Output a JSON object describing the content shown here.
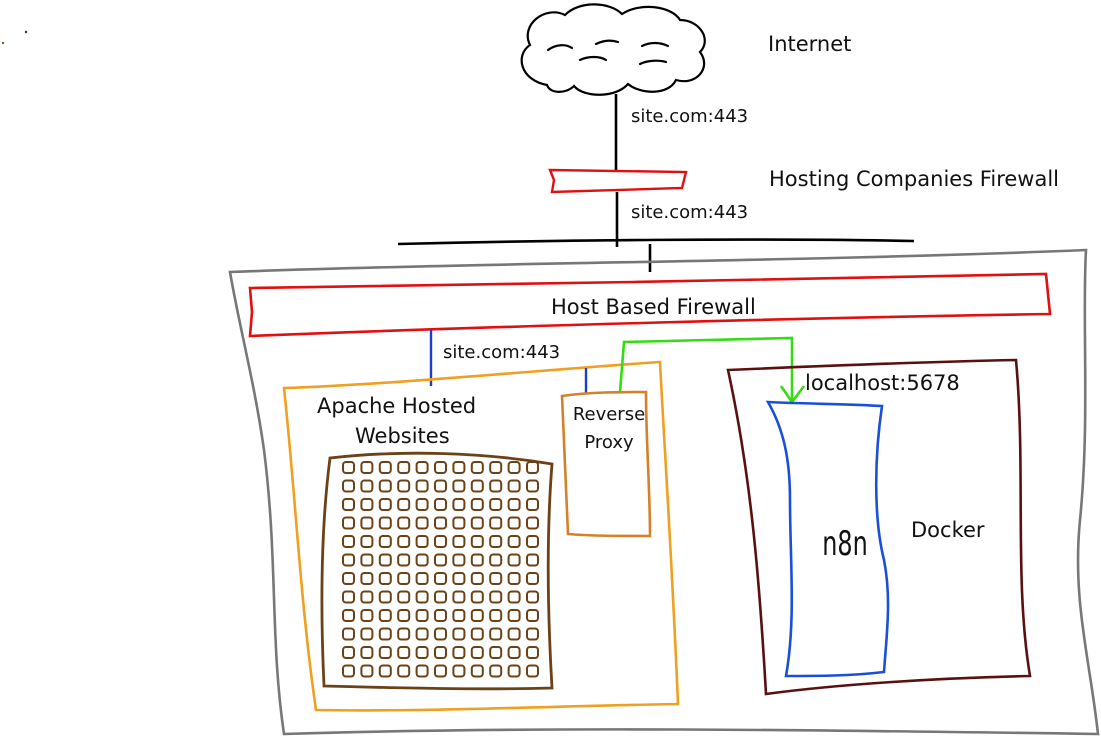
{
  "internet": {
    "label": "Internet"
  },
  "hosting_firewall": {
    "label": "Hosting Companies Firewall"
  },
  "edge_link_upper": {
    "label": "site.com:443"
  },
  "edge_link_lower": {
    "label": "site.com:443"
  },
  "host_firewall": {
    "label": "Host Based Firewall"
  },
  "apache_link": {
    "label": "site.com:443"
  },
  "apache": {
    "label_line1": "Apache Hosted",
    "label_line2": "Websites",
    "grid_rows": 12,
    "grid_cols": 11
  },
  "proxy": {
    "label_line1": "Reverse",
    "label_line2": "Proxy"
  },
  "docker": {
    "label": "Docker",
    "port_label": "localhost:5678"
  },
  "n8n": {
    "label": "n8n"
  },
  "colors": {
    "firewall": "#e01010",
    "apache": "#f0a020",
    "proxy": "#d4822a",
    "websites": "#6b4218",
    "docker": "#5a1010",
    "n8n": "#1a4fd8",
    "link_blue": "#1a3fd0",
    "proxy_route": "#33dd11",
    "server": "#777777",
    "line": "#000000"
  }
}
